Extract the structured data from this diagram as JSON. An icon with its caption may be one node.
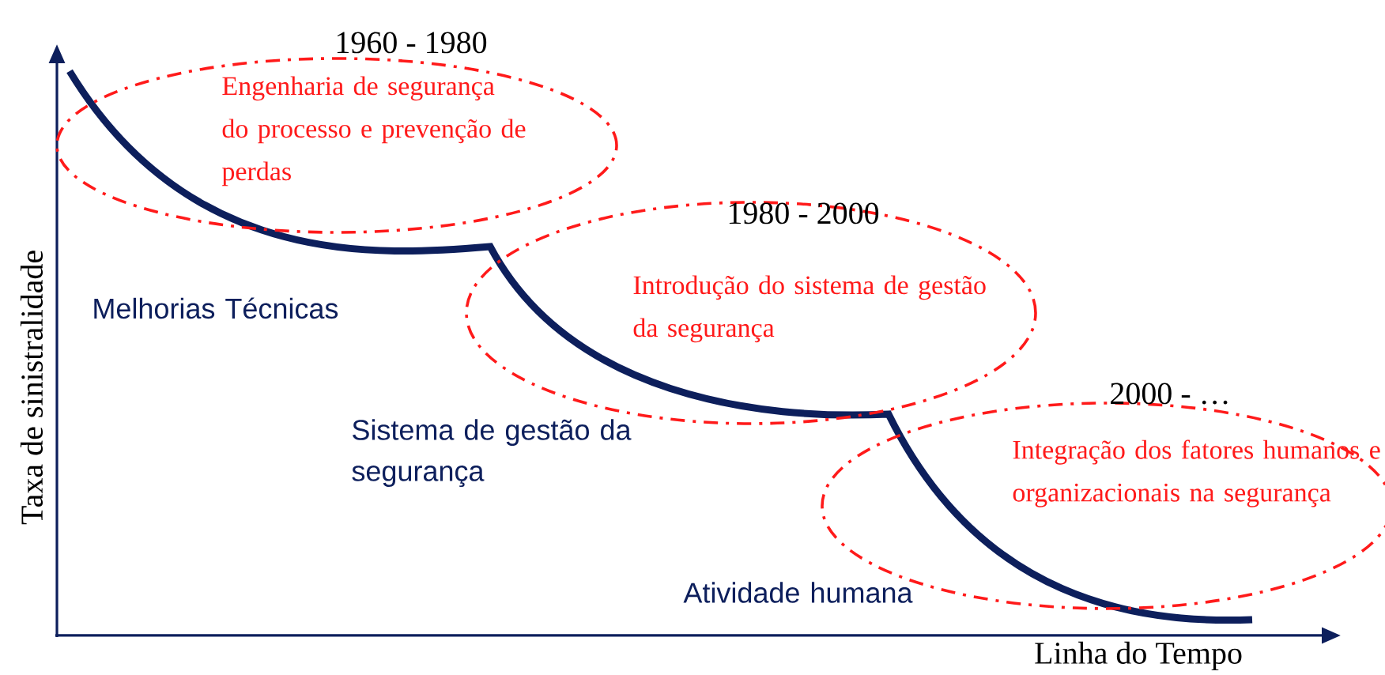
{
  "diagram": {
    "nodes": [
      {
        "text": [
          "1960 - 1980",
          "Engenharia de segurança do processo e prevenção de perdas"
        ]
      },
      {
        "text": [
          "1980 - 2000",
          "Introdução do sistema de gestão da segurança"
        ]
      },
      {
        "text": [
          "2000 - …",
          "Integração dos fatores humanos e organizacionais na segurança"
        ]
      }
    ],
    "labels": [
      "Melhorias Técnicas",
      "Sistema de gestão da segurança",
      "Atividade humana",
      "Taxa de sinistralidade",
      "Linha do Tempo"
    ]
  }
}
